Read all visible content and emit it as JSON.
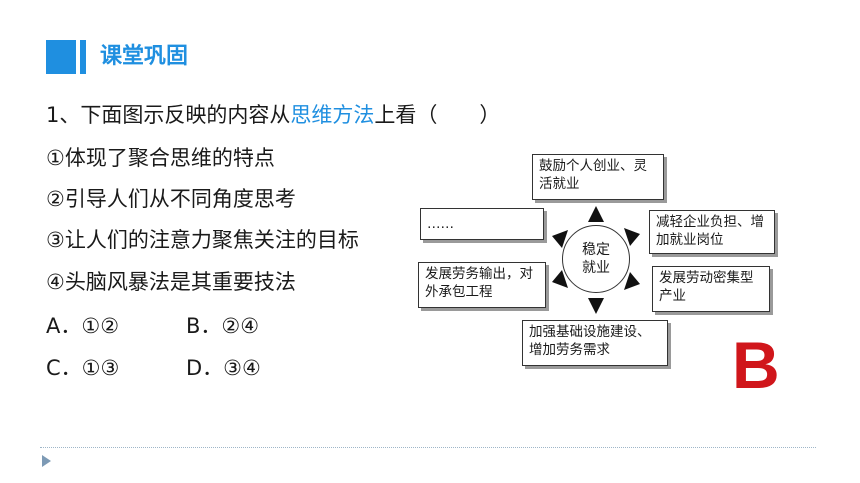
{
  "header": {
    "title": "课堂巩固"
  },
  "question": {
    "prefix": "1、下面图示反映的内容从",
    "highlight": "思维方法",
    "suffix": "上看（　　）",
    "statements": [
      "①体现了聚合思维的特点",
      "②引导人们从不同角度思考",
      "③让人们的注意力聚焦关注的目标",
      "④头脑风暴法是其重要技法"
    ],
    "options": [
      {
        "label": "A．①②"
      },
      {
        "label": "B．②④"
      },
      {
        "label": "C．①③"
      },
      {
        "label": "D．③④"
      }
    ]
  },
  "diagram": {
    "center": "稳定就业",
    "top": "鼓励个人创业、灵活就业",
    "right_top": "减轻企业负担、增加就业岗位",
    "right_bottom": "发展劳动密集型产业",
    "bottom": "加强基础设施建设、增加劳务需求",
    "left_bottom": "发展劳务输出，对外承包工程",
    "left_top": "……"
  },
  "answer": "B",
  "colors": {
    "accent": "#1f8fe0",
    "answer": "#d0161b"
  }
}
